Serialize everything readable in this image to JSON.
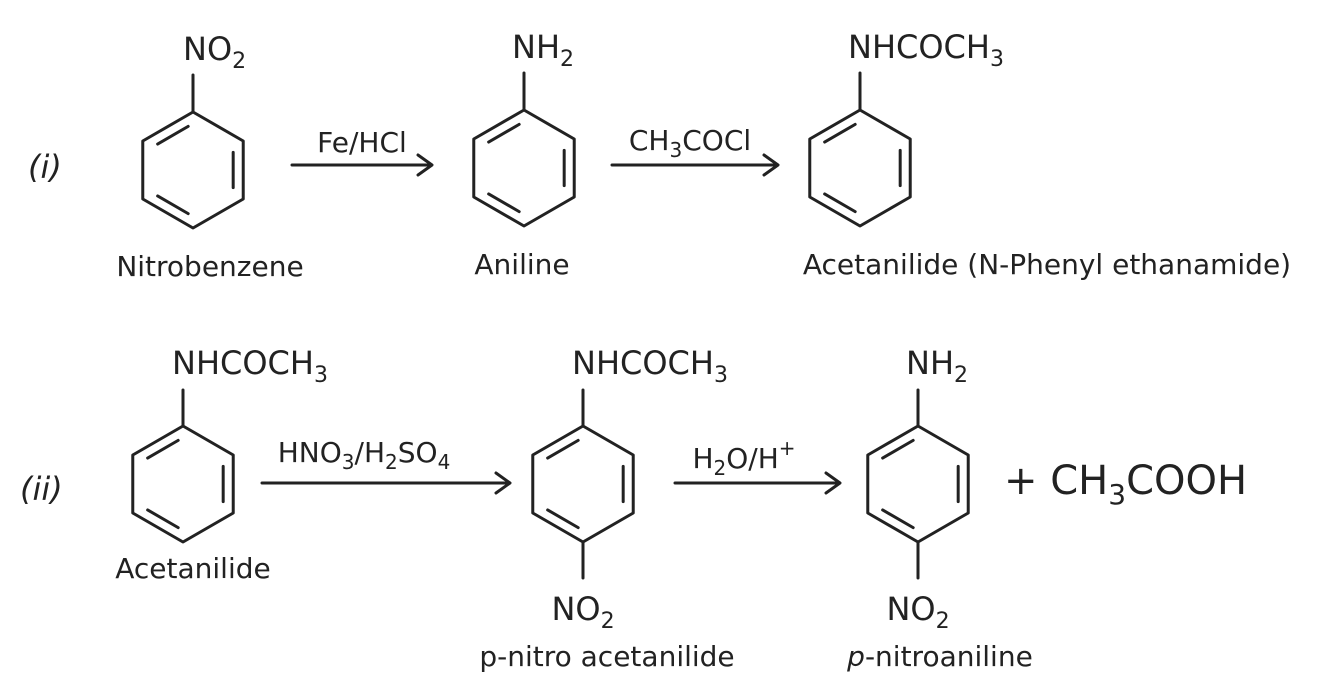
{
  "reaction_i": {
    "step_label": "(i)",
    "start_group": "NO2",
    "start_name": "Nitrobenzene",
    "reagent_1": "Fe/HCl",
    "mid_group": "NH2",
    "mid_name": "Aniline",
    "reagent_2": "CH3COCl",
    "end_group": "NHCOCH3",
    "end_name": "Acetanilide (N-Phenyl ethanamide)"
  },
  "reaction_ii": {
    "step_label": "(ii)",
    "start_group": "NHCOCH3",
    "start_name": "Acetanilide",
    "reagent_1": "HNO3/H2SO4",
    "mid_top_group": "NHCOCH3",
    "mid_bottom_group": "NO2",
    "mid_name": "p-nitro acetanilide",
    "reagent_2": "H2O/H+",
    "end_top_group": "NH2",
    "end_bottom_group": "NO2",
    "end_name_prefix": "p",
    "end_name_rest": "-nitroaniline",
    "byproduct": "+ CH3COOH"
  }
}
